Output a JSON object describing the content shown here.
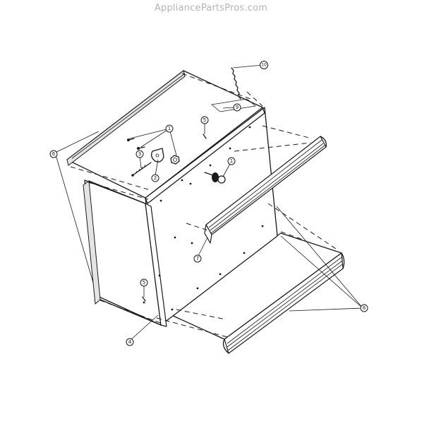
{
  "watermark": "AppliancePartsPros.com",
  "callouts": [
    {
      "id": "c1a",
      "label": "1"
    },
    {
      "id": "c1b",
      "label": "1"
    },
    {
      "id": "c2",
      "label": "2"
    },
    {
      "id": "c3",
      "label": "3"
    },
    {
      "id": "c4",
      "label": "4"
    },
    {
      "id": "c5a",
      "label": "5"
    },
    {
      "id": "c5b",
      "label": "5"
    },
    {
      "id": "c6",
      "label": "6"
    },
    {
      "id": "c7",
      "label": "7"
    },
    {
      "id": "c8",
      "label": "8"
    },
    {
      "id": "c9",
      "label": "9"
    },
    {
      "id": "c10",
      "label": "10"
    }
  ]
}
